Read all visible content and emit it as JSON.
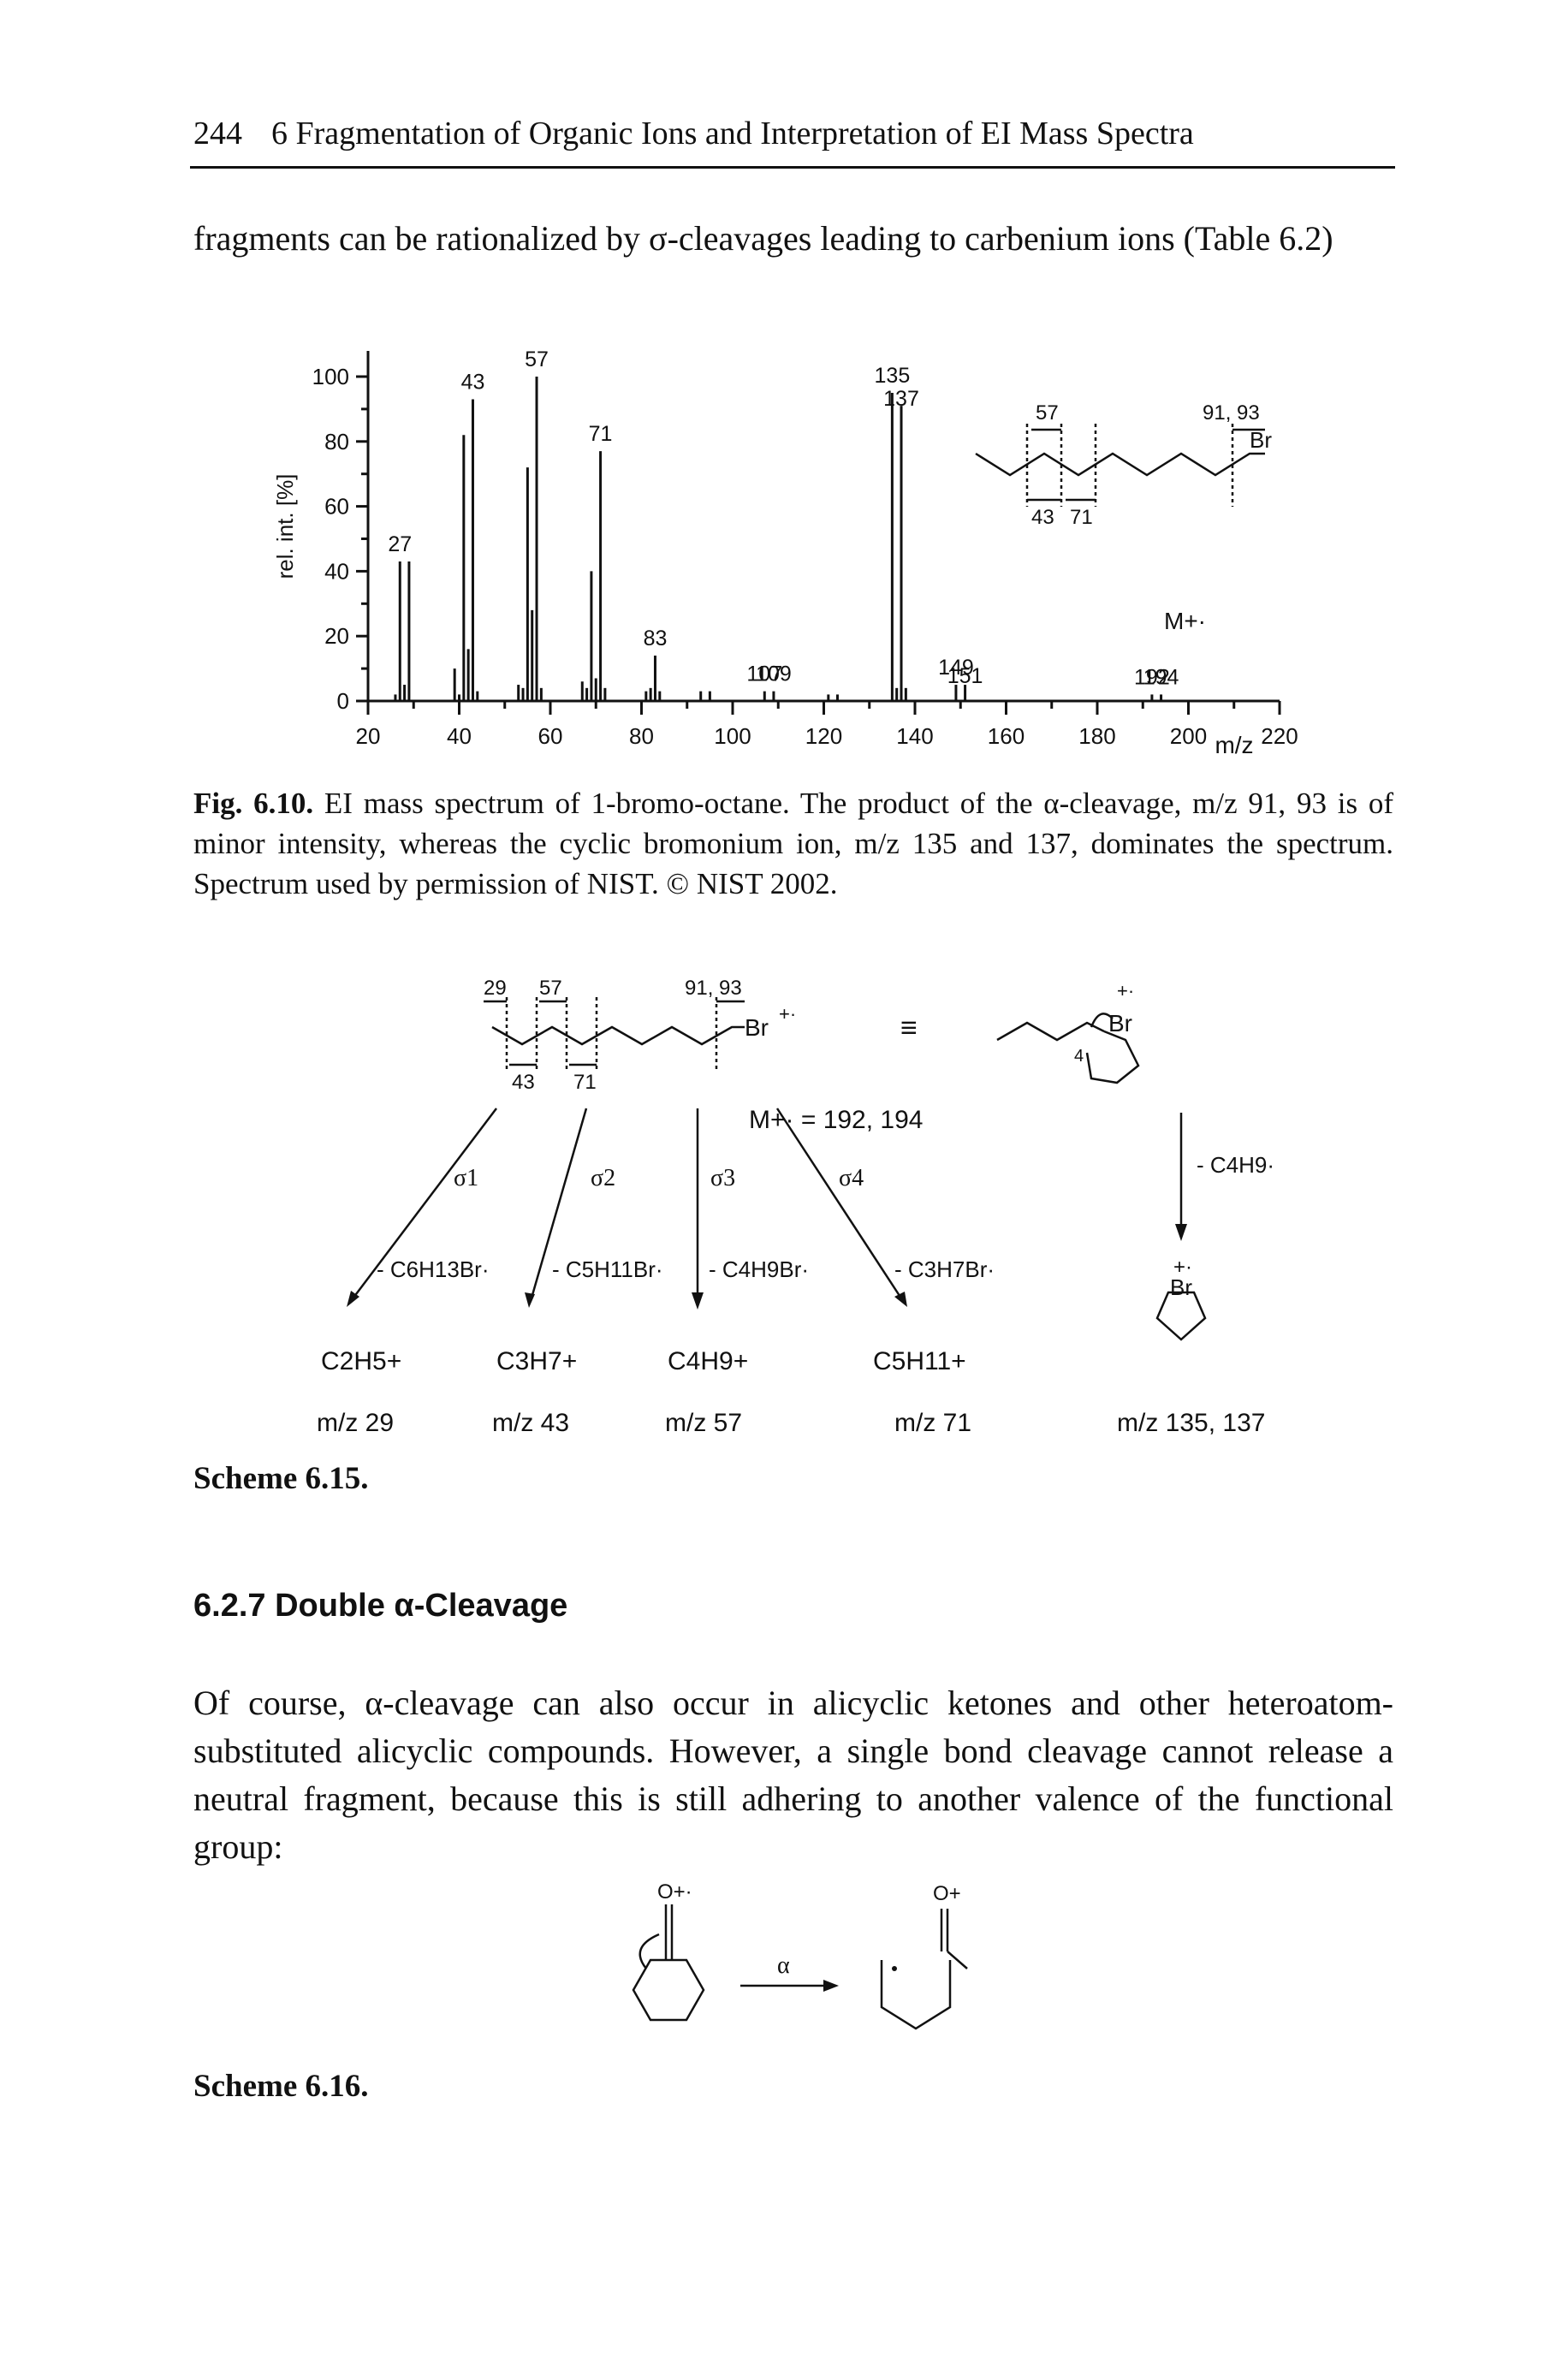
{
  "header": {
    "page_number": "244",
    "chapter_title": "6 Fragmentation of Organic Ions and Interpretation of EI Mass Spectra"
  },
  "intro": {
    "text_before": "fragments can be rationalized by ",
    "sigma": "σ",
    "text_after": "-cleavages leading to carbenium ions (Table 6.2)"
  },
  "chart_data": {
    "type": "bar",
    "title": "",
    "xlabel": "m/z",
    "ylabel": "rel. int. [%]",
    "xlim": [
      20,
      220
    ],
    "ylim": [
      0,
      100
    ],
    "x_ticks": [
      20,
      40,
      60,
      80,
      100,
      120,
      140,
      160,
      180,
      200,
      220
    ],
    "y_ticks": [
      0,
      20,
      40,
      60,
      80,
      100
    ],
    "grid": false,
    "peaks": [
      {
        "mz": 26,
        "intensity": 2
      },
      {
        "mz": 27,
        "intensity": 43
      },
      {
        "mz": 28,
        "intensity": 5
      },
      {
        "mz": 29,
        "intensity": 43
      },
      {
        "mz": 39,
        "intensity": 10
      },
      {
        "mz": 40,
        "intensity": 2
      },
      {
        "mz": 41,
        "intensity": 82
      },
      {
        "mz": 42,
        "intensity": 16
      },
      {
        "mz": 43,
        "intensity": 93
      },
      {
        "mz": 44,
        "intensity": 3
      },
      {
        "mz": 53,
        "intensity": 5
      },
      {
        "mz": 54,
        "intensity": 4
      },
      {
        "mz": 55,
        "intensity": 72
      },
      {
        "mz": 56,
        "intensity": 28
      },
      {
        "mz": 57,
        "intensity": 100
      },
      {
        "mz": 58,
        "intensity": 4
      },
      {
        "mz": 67,
        "intensity": 6
      },
      {
        "mz": 68,
        "intensity": 4
      },
      {
        "mz": 69,
        "intensity": 40
      },
      {
        "mz": 70,
        "intensity": 7
      },
      {
        "mz": 71,
        "intensity": 77
      },
      {
        "mz": 72,
        "intensity": 4
      },
      {
        "mz": 81,
        "intensity": 3
      },
      {
        "mz": 82,
        "intensity": 4
      },
      {
        "mz": 83,
        "intensity": 14
      },
      {
        "mz": 84,
        "intensity": 3
      },
      {
        "mz": 93,
        "intensity": 3
      },
      {
        "mz": 95,
        "intensity": 3
      },
      {
        "mz": 107,
        "intensity": 3
      },
      {
        "mz": 109,
        "intensity": 3
      },
      {
        "mz": 121,
        "intensity": 2
      },
      {
        "mz": 123,
        "intensity": 2
      },
      {
        "mz": 135,
        "intensity": 95
      },
      {
        "mz": 136,
        "intensity": 4
      },
      {
        "mz": 137,
        "intensity": 91
      },
      {
        "mz": 138,
        "intensity": 4
      },
      {
        "mz": 149,
        "intensity": 5
      },
      {
        "mz": 151,
        "intensity": 5
      },
      {
        "mz": 192,
        "intensity": 2
      },
      {
        "mz": 194,
        "intensity": 2
      }
    ],
    "peak_labels": [
      {
        "text": "27",
        "mz": 27,
        "intensity": 43
      },
      {
        "text": "43",
        "mz": 43,
        "intensity": 93
      },
      {
        "text": "57",
        "mz": 57,
        "intensity": 100
      },
      {
        "text": "71",
        "mz": 71,
        "intensity": 77
      },
      {
        "text": "83",
        "mz": 83,
        "intensity": 14
      },
      {
        "text": "107",
        "mz": 107,
        "intensity": 3
      },
      {
        "text": "109",
        "mz": 109,
        "intensity": 3
      },
      {
        "text": "135",
        "mz": 135,
        "intensity": 95
      },
      {
        "text": "137",
        "mz": 137,
        "intensity": 91
      },
      {
        "text": "149",
        "mz": 149,
        "intensity": 5
      },
      {
        "text": "151",
        "mz": 151,
        "intensity": 5
      },
      {
        "text": "192",
        "mz": 192,
        "intensity": 2
      },
      {
        "text": "194",
        "mz": 194,
        "intensity": 2
      }
    ],
    "annotations": {
      "molecular_ion": "M+·",
      "structure_labels": [
        "57",
        "91, 93",
        "Br",
        "43",
        "71"
      ]
    }
  },
  "figure_caption": {
    "label": "Fig. 6.10.",
    "text": " EI mass spectrum of 1-bromo-octane. The product of the α-cleavage, m/z 91, 93 is of minor intensity, whereas the cyclic bromonium ion, m/z 135 and 137, dominates the spectrum. Spectrum used by permission of NIST. © NIST 2002."
  },
  "scheme_6_15": {
    "label": "Scheme 6.15.",
    "structure_labels": {
      "top": [
        "29",
        "57",
        "91, 93"
      ],
      "bottom": [
        "43",
        "71"
      ],
      "br": "Br",
      "charge": "+·"
    },
    "equiv": "≡",
    "ring_number": "4",
    "molecular_ion": "M+· = 192, 194",
    "cleavages": [
      {
        "sigma": "σ1",
        "neutral": "- C6H13Br·",
        "ion": "C2H5+",
        "mz": "m/z 29"
      },
      {
        "sigma": "σ2",
        "neutral": "- C5H11Br·",
        "ion": "C3H7+",
        "mz": "m/z 43"
      },
      {
        "sigma": "σ3",
        "neutral": "- C4H9Br·",
        "ion": "C4H9+",
        "mz": "m/z 57"
      },
      {
        "sigma": "σ4",
        "neutral": "- C3H7Br·",
        "ion": "C5H11+",
        "mz": "m/z 71"
      }
    ],
    "ring_path": {
      "neutral": "- C4H9·",
      "mz": "m/z 135, 137"
    }
  },
  "section": {
    "heading": "6.2.7 Double α-Cleavage"
  },
  "body": {
    "text": "Of course, α-cleavage can also occur in alicyclic ketones and other heteroatom-substituted alicyclic compounds. However, a single bond cleavage cannot release a neutral fragment, because this is still adhering to another valence of the functional group:"
  },
  "scheme_6_16": {
    "label": "Scheme 6.16.",
    "reactant_label": "O+·",
    "product_label": "O+",
    "arrow_label": "α"
  }
}
